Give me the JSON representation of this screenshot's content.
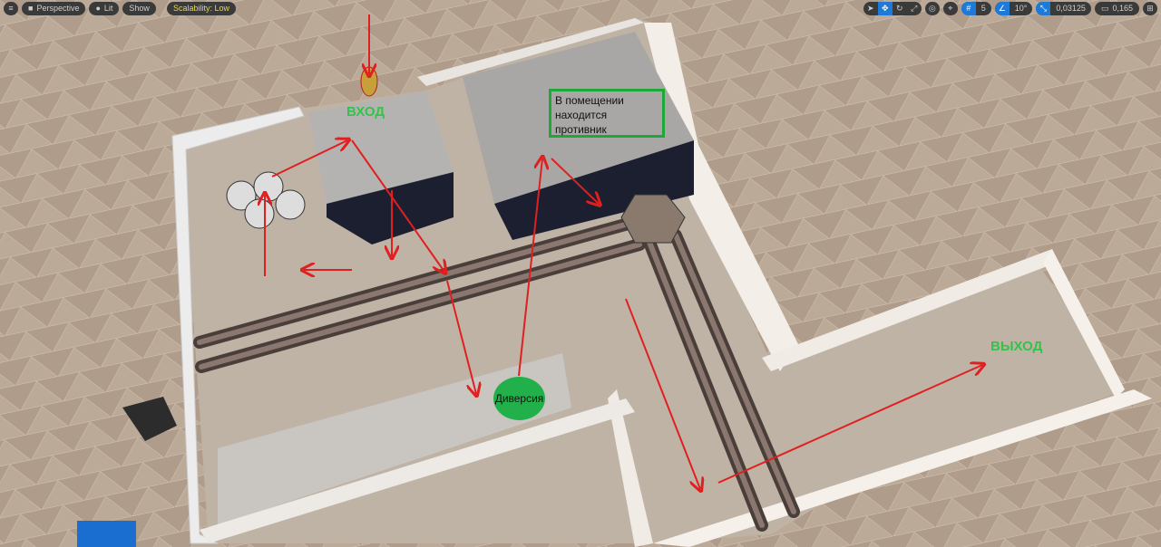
{
  "toolbar_left": {
    "menu_icon": "hamburger-icon",
    "perspective_label": "Perspective",
    "lit_label": "Lit",
    "show_label": "Show",
    "scalability_label": "Scalability: Low"
  },
  "toolbar_right": {
    "grid_snap_value": "5",
    "rotation_snap_value": "10°",
    "scale_snap_value": "0,03125",
    "camera_speed_value": "0,165"
  },
  "annotations": {
    "entrance": "ВХОД",
    "enemy_note": "В помещении находится противник",
    "diversion": "Диверсия",
    "exit": "ВЫХОД"
  },
  "colors": {
    "arrow": "#e02020",
    "annotation_green": "#22b04a",
    "accent": "#1e7ad6"
  }
}
